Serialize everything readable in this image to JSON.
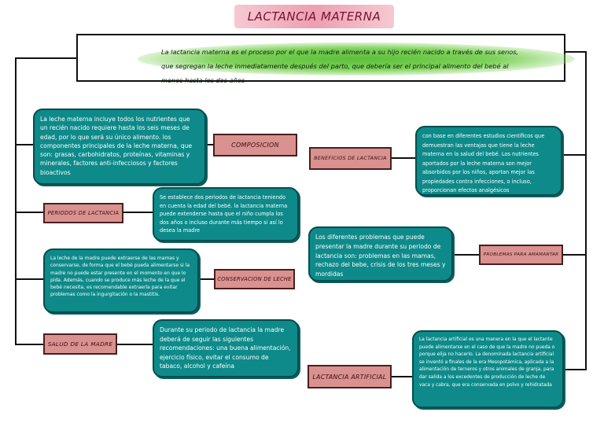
{
  "title": "LACTANCIA MATERNA",
  "definition": "La lactancia materna es el proceso por el que la madre alimenta a su hijo recién nacido a través de sus senos, que segregan la leche inmediatamente después del parto, que debería ser el principal alimento del bebé al menos hasta los dos años",
  "left": {
    "composicion": {
      "label": "COMPOSICION",
      "text": "La leche materna incluye todos los nutrientes que un recién nacido requiere hasta los seis meses de edad, por lo que será su único alimento. los componentes principales de la leche materna, que son: grasas, carbohidratos, proteínas, vitaminas y minerales, factores anti-infecciosos y factores bioactivos"
    },
    "periodos": {
      "label": "PERIODOS DE LACTANCIA",
      "text": "Se establece dos periodos de lactancia teniendo en cuenta la edad del bebé. la lactancia materna puede extenderse hasta que el niño cumpla los dos años o incluso durante más tiempo si así lo desea la madre"
    },
    "conservacion": {
      "label": "CONSERVACION DE LECHE",
      "text": "La leche de la madre puede extraerse de las mamas y conservarse, de forma que el bebé pueda alimentarse si la madre no puede estar presente en el momento en que lo pida. Además, cuando se produce más leche de la que el bebé necesita, es recomendable extraerla para evitar problemas como la ingurgitación o la mastitis."
    },
    "salud": {
      "label": "SALUD DE LA MADRE",
      "text": "Durante su periodo de lactancia la madre deberá de seguir las siguientes recomendaciones: una buena alimentación, ejercicio físico, evitar el consumo de tabaco, alcohol y cafeína"
    }
  },
  "right": {
    "beneficios": {
      "label": "BENEFICIOS DE LACTANCIA",
      "text": "con base en diferentes estudios científicos que demuestran las ventajas que tiene la leche materna en la salud del bebé. Los nutrientes aportados por la leche materna son mejor absorbidos por los niños, aportan mejor las propiedades contra infecciones, o incluso, proporcionan efectos analgésicos"
    },
    "problemas": {
      "label": "PROBLEMAS PARA AMAMANTAR",
      "text": "Los diferentes problemas que puede presentar la madre durante su periodo de lactancia son: problemas en las mamas, rechazo del bebe, crisis de los tres meses y mordidas"
    },
    "artificial": {
      "label": "LACTANCIA ARTIFICIAL",
      "text": "La lactancia artificial es una manera en la que el lactante puede alimentarse en el caso de que la madre no pueda o porque elija no hacerlo. La denominada lactancia artificial se inventó a finales de la era Mesopotámica, aplicada a la alimentación de terneros y otros animales de granja, para dar salida a los excedentes de producción de leche de vaca y cabra, que era conservada en polvo y rehidratada"
    }
  }
}
